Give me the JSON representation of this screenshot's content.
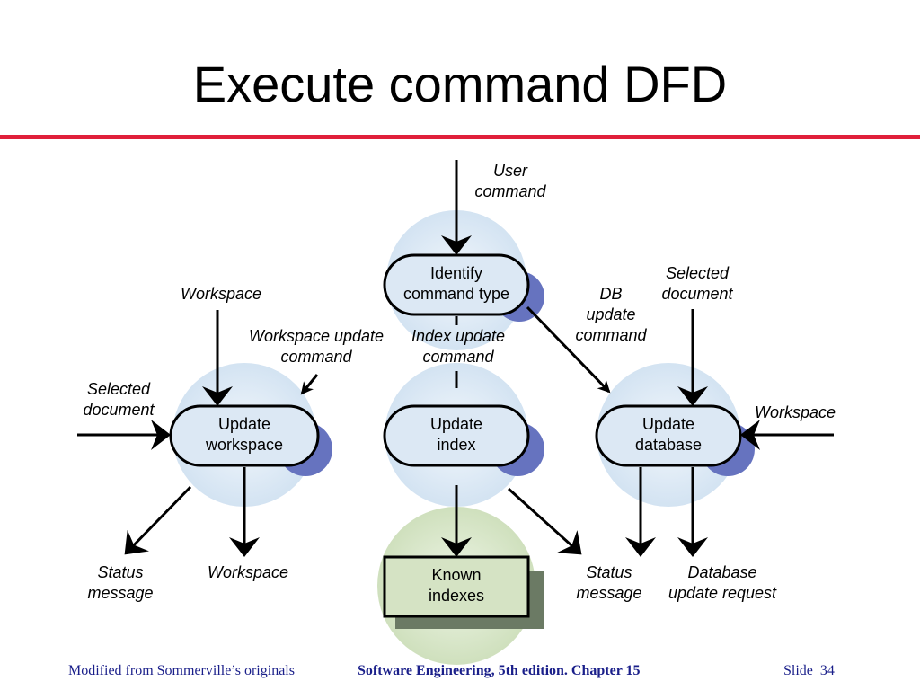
{
  "slide": {
    "title": "Execute command DFD",
    "footer_left": "Modified from Sommerville’s originals",
    "footer_center": "Software Engineering, 5th edition. Chapter 15",
    "footer_slide_word": "Slide",
    "footer_slide_number": "34"
  },
  "processes": {
    "identify": [
      "Identify",
      "command type"
    ],
    "update_workspace": [
      "Update",
      "workspace"
    ],
    "update_index": [
      "Update",
      "index"
    ],
    "update_database": [
      "Update",
      "database"
    ]
  },
  "datastore": {
    "known_indexes": [
      "Known",
      "indexes"
    ]
  },
  "flows": {
    "user_command": [
      "User",
      "command"
    ],
    "workspace_top": [
      "Workspace"
    ],
    "selected_document_right": [
      "Selected",
      "document"
    ],
    "db_update_command": [
      "DB",
      "update",
      "command"
    ],
    "workspace_update_command": [
      "Workspace update",
      "command"
    ],
    "index_update_command": [
      "Index update",
      "command"
    ],
    "selected_document_left": [
      "Selected",
      "document"
    ],
    "workspace_right": [
      "Workspace"
    ],
    "status_message_left": [
      "Status",
      "message"
    ],
    "workspace_bottom": [
      "Workspace"
    ],
    "status_message_right": [
      "Status",
      "message"
    ],
    "database_update_request": [
      "Database",
      "update request"
    ]
  },
  "colors": {
    "accent_rule": "#e0203a",
    "footer_text": "#1a1f8a",
    "bubble_blue": "#dce8f4",
    "bubble_shadow": "#6673bf",
    "bubble_green": "#d5e3c4",
    "store_shadow": "#6b7a64"
  }
}
